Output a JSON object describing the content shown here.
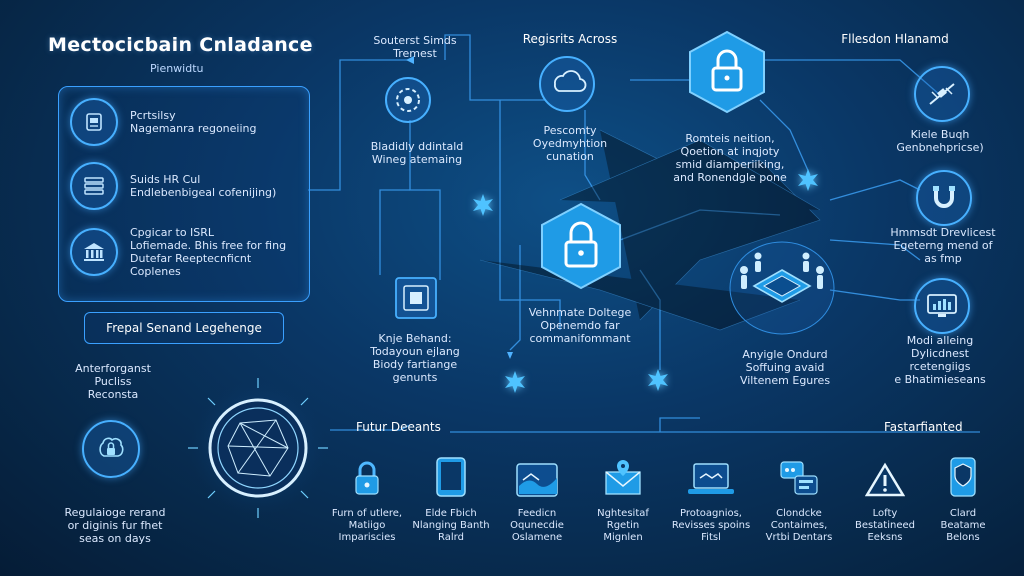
{
  "title": "Mectocicbain Cnladance",
  "subtitle": "Pienwidtu",
  "left_panel": {
    "items": [
      {
        "icon": "document-icon",
        "text": "Pcrtsilsy\nNagemanra regoneiing"
      },
      {
        "icon": "server-stack-icon",
        "text": "Suids HR Cul\nEndlebenbigeal cofenijing)"
      },
      {
        "icon": "bank-icon",
        "text": "Cpgicar to ISRL\nLofiemade. Bhis free for fing\nDutefar  Reeptecnficnt\nCoplenes"
      }
    ]
  },
  "label_box": "Frepal Senand Legehenge",
  "left_bottom": {
    "top_text": "Anterforganst\nPucliss\nReconsta",
    "bottom_text": "Regulaioge rerand\nor diginis fur fhet\nseas on days"
  },
  "top_nodes": {
    "node1_title": "Souterst Simds\nTremest",
    "node1_desc": "Bladidly ddintald\nWineg atemaing",
    "node2_title": "Regisrits Across",
    "node2_desc": "Pescomty\nOyedmyhtion\ncunation",
    "node3_desc": "Romteis neition,\nQoetion at inqjoty\nsmid diamperiiking,\nand Ronendgle pone",
    "node4_title": "Fllesdon Hlanamd",
    "node4_desc": "Kiele Buqh\nGenbnehpricse)"
  },
  "middle_nodes": {
    "server_desc": "Knje Behand:\nTodayoun ejlang\nBiody fartiange\ngenunts",
    "lock_desc": "Vehnmate Doltege\nOpenemdo far\ncommanifommant",
    "team_desc": "Anyigle Ondurd\nSoffuing avaid\nViltenem Egures"
  },
  "right_nodes": [
    {
      "icon": "satellite-icon",
      "text": "Kiele Buqh\nGenbnehpricse)"
    },
    {
      "icon": "magnet-icon",
      "text": "Hmmsdt Drevlicest\nEgeterng mend of\nas fmp"
    },
    {
      "icon": "chart-screen-icon",
      "text": "Modi alleing\nDylicdnest\nrcetengiigs\ne Bhatimieseans"
    }
  ],
  "section_left": "Futur Deeants",
  "section_right": "Fastarfianted",
  "bottom_items": [
    {
      "icon": "padlock-icon",
      "text": "Furn of utlere,\nMatiigo\nImpariscies"
    },
    {
      "icon": "tablet-icon",
      "text": "Elde Fbich\nNlanging Banth\nRalrd"
    },
    {
      "icon": "wave-screen-icon",
      "text": "Feedicn\nOqunecdie\nOslamene"
    },
    {
      "icon": "envelope-pin-icon",
      "text": "Nghtesitaf\nRgetin\nMignlen"
    },
    {
      "icon": "laptop-icon",
      "text": "Protoagnios,\nRevisses spoins\nFitsl"
    },
    {
      "icon": "chat-devices-icon",
      "text": "Clondcke\nContaimes,\nVrtbi Dentars"
    },
    {
      "icon": "warning-icon",
      "text": "Lofty\nBestatineed\nEeksns"
    },
    {
      "icon": "shield-badge-icon",
      "text": "Clard\nBeatame\nBelons"
    }
  ],
  "colors": {
    "accent": "#3aa0ff",
    "lock_fill": "#1f9be6",
    "background": "#0a3766"
  }
}
